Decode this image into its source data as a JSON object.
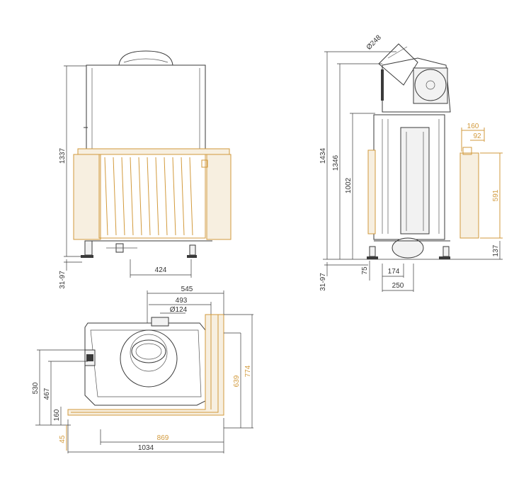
{
  "front_view": {
    "dim_height": "1337",
    "dim_foot": "31-97",
    "dim_width": "424"
  },
  "side_view": {
    "dim_flue": "Ø248",
    "dim_total": "1434",
    "dim_1346": "1346",
    "dim_1002": "1002",
    "dim_foot": "31-97",
    "dim_75": "75",
    "dim_174": "174",
    "dim_250": "250",
    "dim_160": "160",
    "dim_92": "92",
    "dim_591": "591",
    "dim_137": "137"
  },
  "top_view": {
    "dim_545": "545",
    "dim_493": "493",
    "dim_flue": "Ø124",
    "dim_530": "530",
    "dim_467": "467",
    "dim_160": "160",
    "dim_45": "45",
    "dim_869": "869",
    "dim_1034": "1034",
    "dim_639": "639",
    "dim_774": "774"
  },
  "colors": {
    "line": "#3a3a3a",
    "highlight": "#d29a3c"
  }
}
